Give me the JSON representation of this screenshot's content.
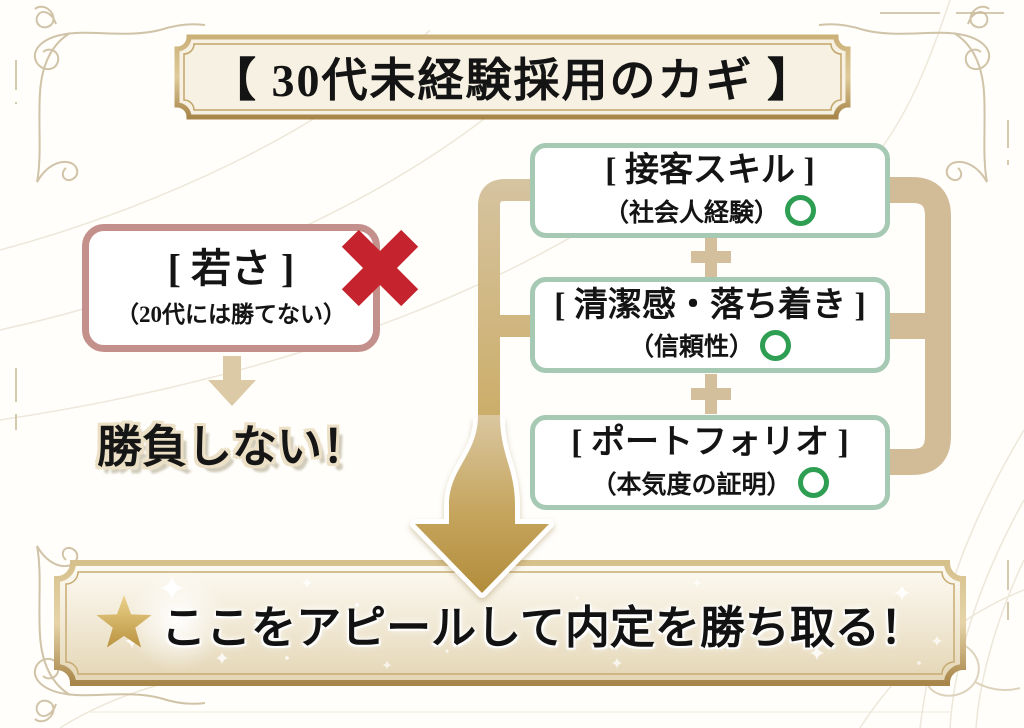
{
  "title": {
    "text": "【 30代未経験採用のカギ 】"
  },
  "left_column": {
    "weakness_box": {
      "heading": "[ 若さ ]",
      "note": "（20代には勝てない）"
    },
    "conclusion": "勝負しない！"
  },
  "right_column": {
    "strength_boxes": [
      {
        "heading": "[ 接客スキル ]",
        "note": "（社会人経験）"
      },
      {
        "heading": "[ 清潔感・落ち着き ]",
        "note": "（信頼性）"
      },
      {
        "heading": "[ ポートフォリオ ]",
        "note": "（本気度の証明）"
      }
    ]
  },
  "banner": {
    "text": "ここをアピールして内定を勝ち取る！"
  },
  "icons": {
    "x_mark": "red cross = weakness rejected",
    "success_circle": "green ring = positive point",
    "plus": "tan plus = combine strengths",
    "down_arrow": "small tan arrow",
    "big_down_arrow": "large gold arrow to conclusion banner",
    "star": "gold star in banner"
  },
  "colors": {
    "gold_frame_light": "#d6c08c",
    "gold_frame_dark": "#a8864a",
    "title_bg": "#f6f1e2",
    "banner_bg_top": "#fdfbf4",
    "banner_bg_bottom": "#e3d5b4",
    "rose_border": "#c4908c",
    "green_border": "#a6c9b4",
    "success_green": "#2d9e52",
    "x_red": "#c5242e",
    "connector_tan": "#d4bf9c",
    "arrow_gold": "#b08b39",
    "text_black": "#141414"
  }
}
